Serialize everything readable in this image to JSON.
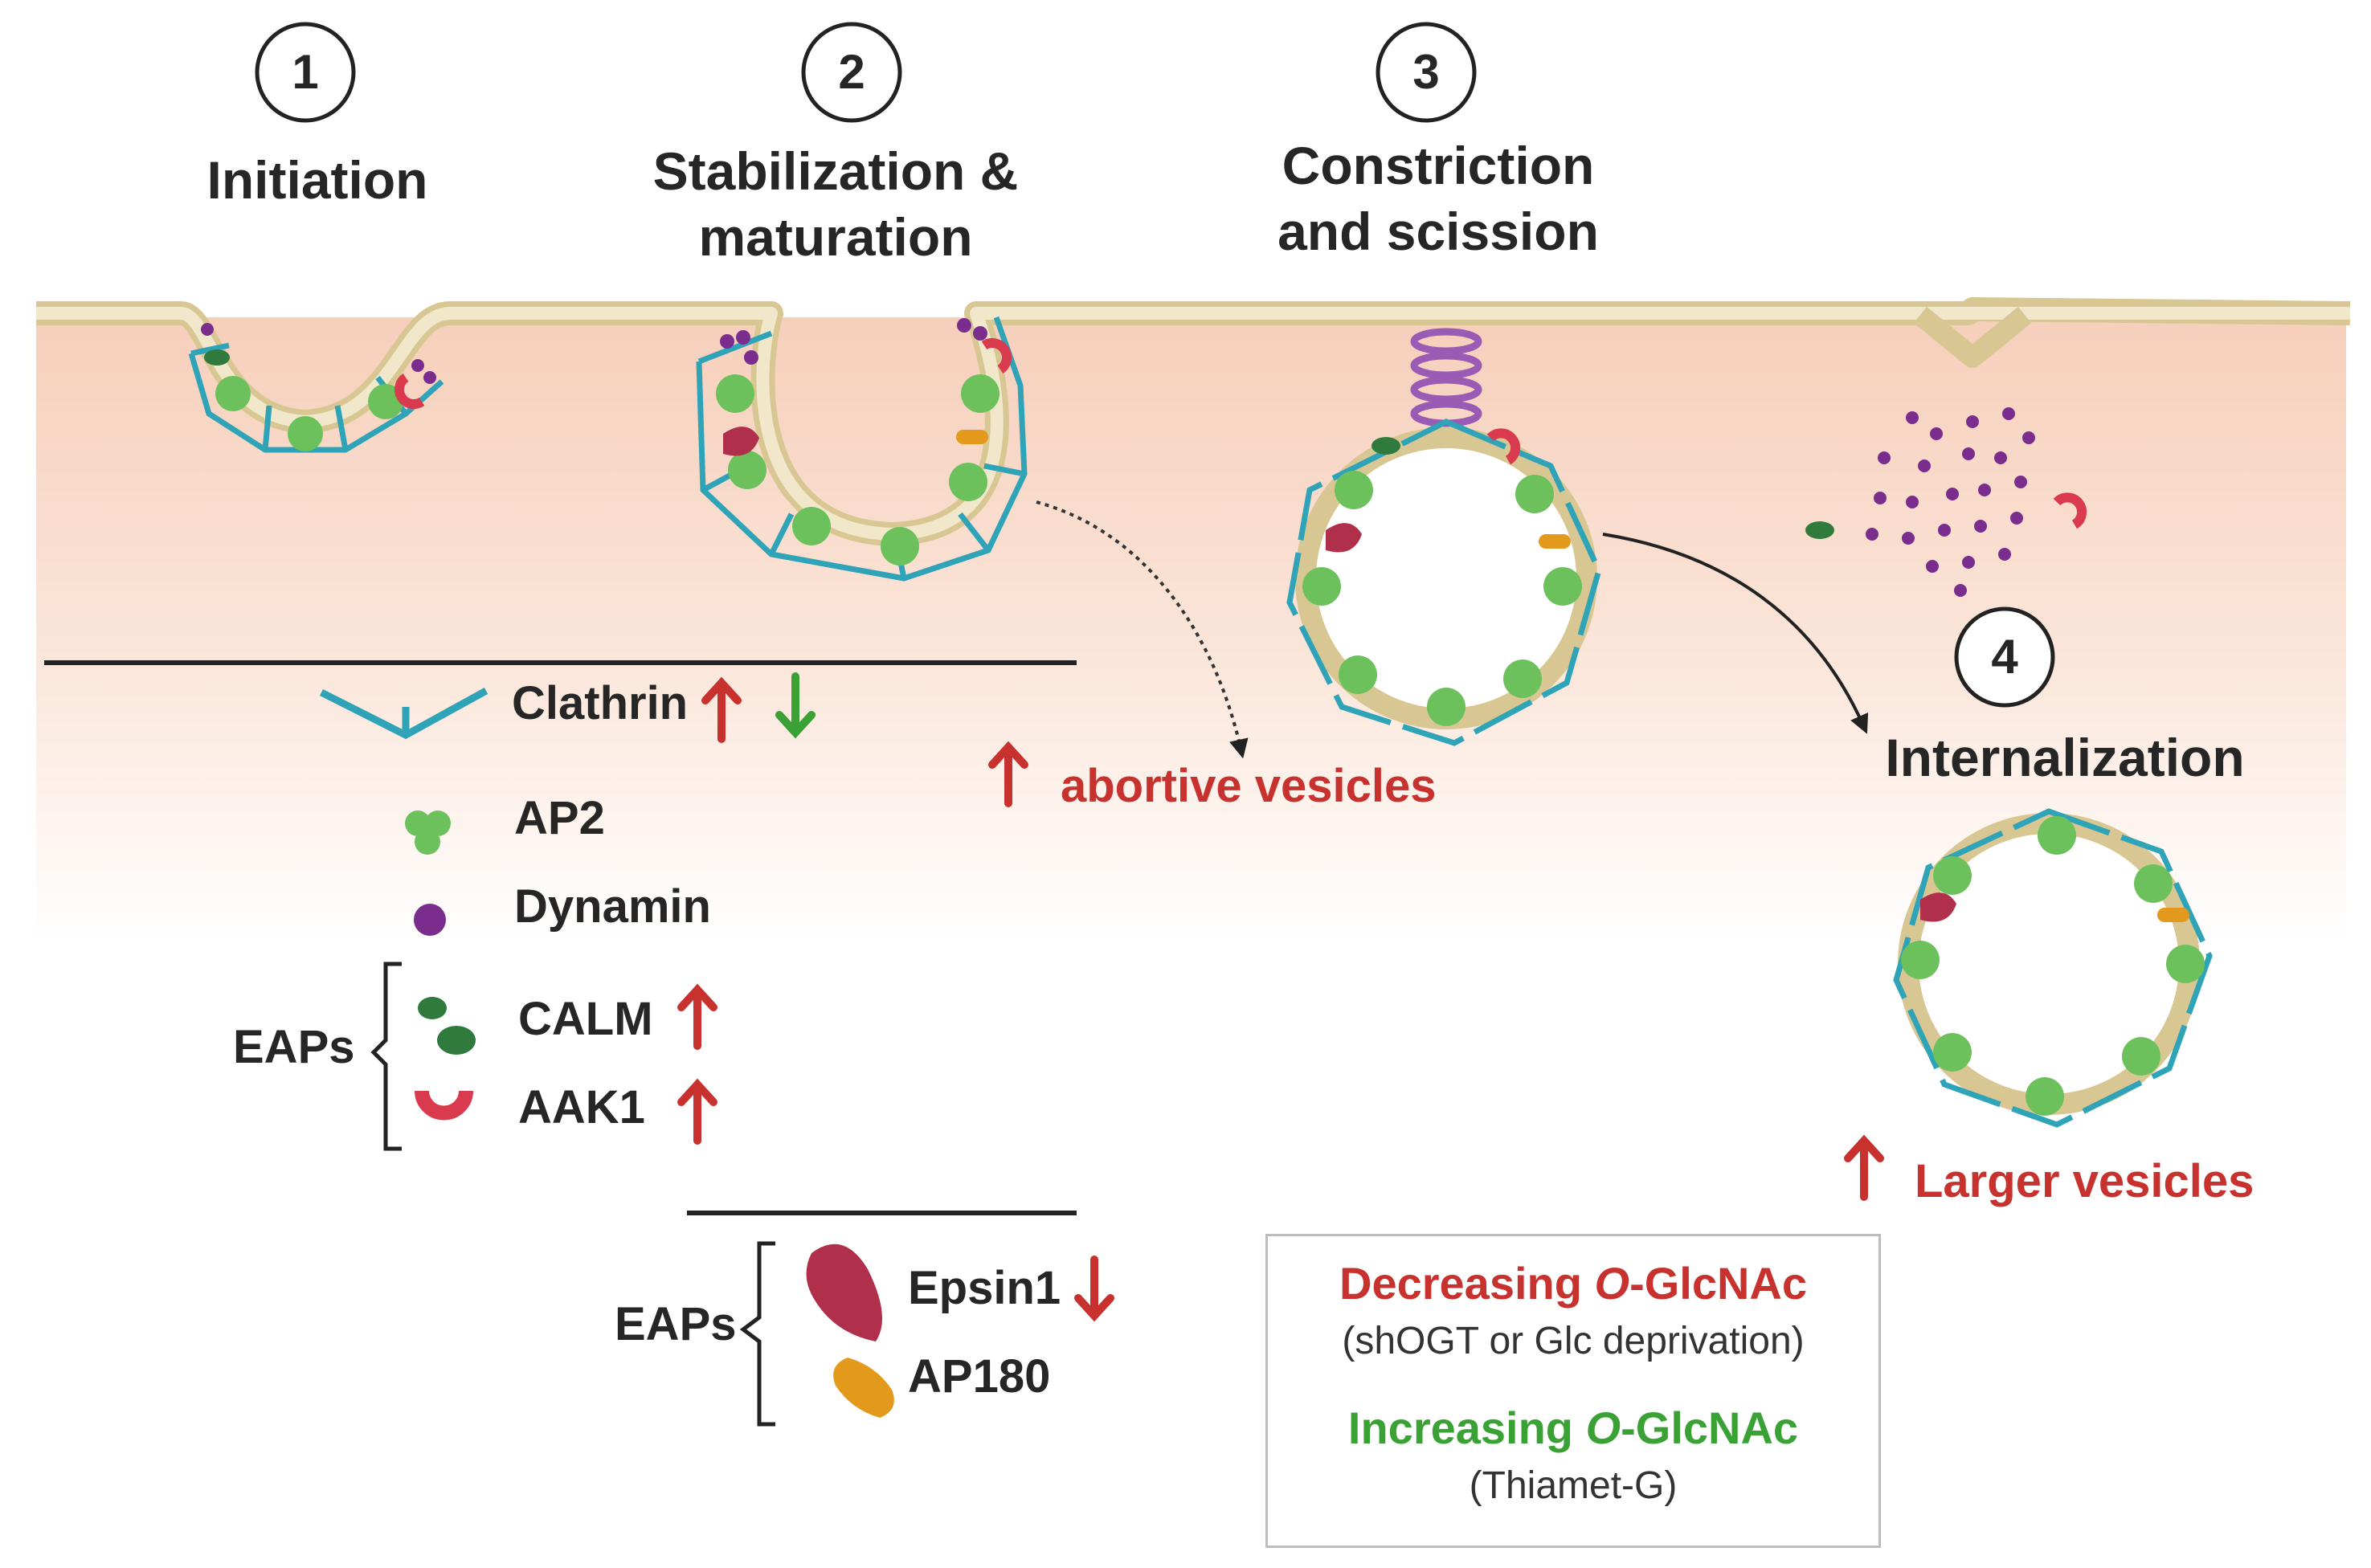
{
  "steps": [
    {
      "number": "1",
      "title": "Initiation"
    },
    {
      "number": "2",
      "title": "Stabilization &\nmaturation"
    },
    {
      "number": "3",
      "title": "Constriction\nand scission"
    },
    {
      "number": "4",
      "title": "Internalization"
    }
  ],
  "annotations": {
    "abortive": "abortive vesicles",
    "larger": "Larger vesicles"
  },
  "legend1": {
    "clathrin": "Clathrin",
    "ap2": "AP2",
    "dynamin": "Dynamin",
    "eaps": "EAPs",
    "calm": "CALM",
    "aak1": "AAK1"
  },
  "legend2": {
    "eaps": "EAPs",
    "epsin1": "Epsin1",
    "ap180": "AP180"
  },
  "box": {
    "decreasing_prefix": "Decreasing ",
    "decreasing_o": "O",
    "decreasing_suffix": "-GlcNAc",
    "decreasing_note": "(shOGT or Glc deprivation)",
    "increasing_prefix": "Increasing ",
    "increasing_o": "O",
    "increasing_suffix": "-GlcNAc",
    "increasing_note": "(Thiamet-G)"
  },
  "colors": {
    "up_arrow": "#c8322e",
    "down_arrow_green": "#3aa235",
    "down_arrow_red": "#c8322e",
    "clathrin": "#2fa3b8",
    "ap2": "#6cc15c",
    "dynamin": "#7b2d8e",
    "calm": "#2f7a3c",
    "aak1": "#d93a4d",
    "epsin1": "#b0304c",
    "ap180": "#e39a1c",
    "membrane": "#e9ddb8",
    "cytosol": "#f7d4c2"
  }
}
